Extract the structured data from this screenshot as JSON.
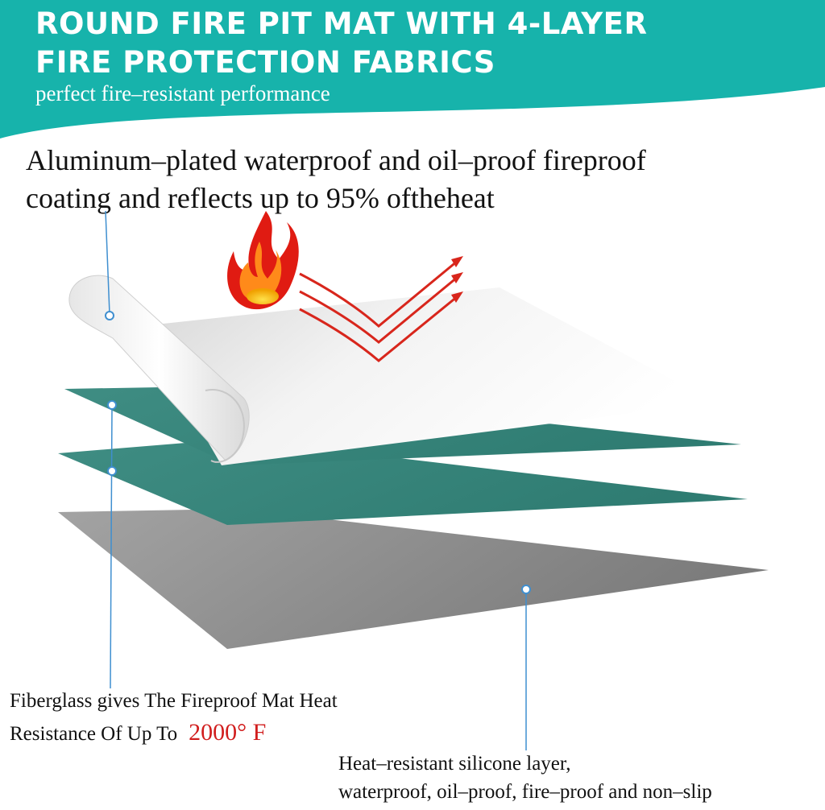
{
  "header": {
    "title_line1": "ROUND FIRE PIT MAT WITH 4-LAYER",
    "title_line2": "FIRE PROTECTION FABRICS",
    "subtitle": "perfect fire–resistant performance"
  },
  "captions": {
    "aluminum_line1": "Aluminum–plated waterproof and oil–proof fireproof",
    "aluminum_line2": "coating and reflects up to 95% oftheheat",
    "fiberglass_line1": "Fiberglass gives The Fireproof Mat Heat",
    "fiberglass_line2": "Resistance Of Up To",
    "temperature": "2000° F",
    "silicone_line1": "Heat–resistant silicone layer,",
    "silicone_line2": "waterproof, oil–proof, fire–proof and non–slip"
  },
  "icons": [
    "flame-icon",
    "reflection-arrows-icon"
  ],
  "colors": {
    "teal_brand": "#17b3ab",
    "teal_layer": "#3d8a80",
    "aluminum_layer": "#f2f2f2",
    "silicone_layer": "#8e8e8e",
    "temperature_red": "#d11d1d"
  }
}
